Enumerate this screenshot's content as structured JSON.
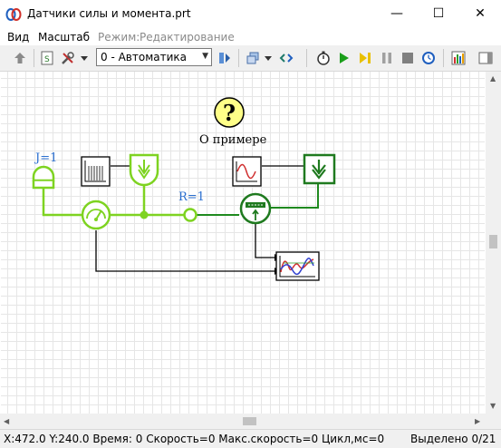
{
  "window": {
    "title": "Датчики силы и момента.prt",
    "minimize_glyph": "—",
    "maximize_glyph": "☐",
    "close_glyph": "✕"
  },
  "menu": {
    "view": "Вид",
    "scale": "Масштаб",
    "mode_label": "Режим:",
    "mode_value": "Редактирование"
  },
  "toolbar": {
    "integration_method": "0 - Автоматика",
    "icons": [
      "up-arrow-icon",
      "script-icon",
      "tools-icon",
      "dropdown-arrow-icon",
      "method-combo",
      "step-icon",
      "layers-icon",
      "dropdown-arrow-icon",
      "link-icon",
      "stopwatch-icon",
      "play-icon",
      "step-forward-icon",
      "pause-icon",
      "stop-icon",
      "clock-icon",
      "bar-chart-icon",
      "sidebar-toggle-icon"
    ],
    "colors": {
      "play": "#1a9e1a",
      "step": "#e8c000",
      "stop": "#808080",
      "clock": "#1f5fbf"
    }
  },
  "canvas": {
    "help_block": {
      "symbol": "?",
      "label": "О примере"
    },
    "inertia_label": "J=1",
    "spring_label": "R=1",
    "colors": {
      "light_green": "#7ed321",
      "dark_green": "#1f7a1f",
      "blue_label": "#2a6fd0",
      "help_fill": "#ffff88"
    }
  },
  "status": {
    "left": "X:472.0  Y:240.0 Время: 0 Скорость=0 Макс.скорость=0 Цикл,мс=0",
    "right": "Выделено 0/21"
  }
}
